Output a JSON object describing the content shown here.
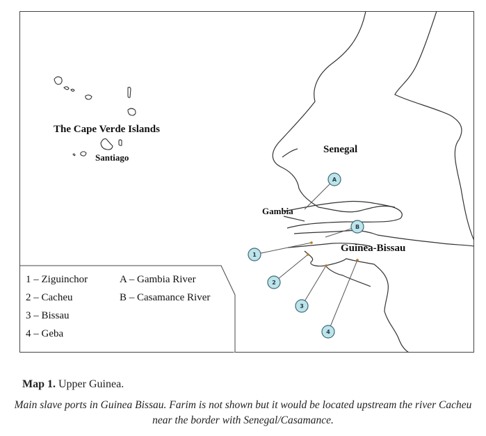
{
  "map": {
    "places": {
      "cape_verde": "The Cape Verde Islands",
      "santiago": "Santiago",
      "senegal": "Senegal",
      "gambia": "Gambia",
      "guinea_bissau": "Guinea-Bissau"
    },
    "markers": {
      "m1": "1",
      "m2": "2",
      "m3": "3",
      "m4": "4",
      "mA": "A",
      "mB": "B"
    },
    "legend": {
      "ports": [
        "1 – Ziguinchor",
        "2 – Cacheu",
        "3 – Bissau",
        "4 – Geba"
      ],
      "rivers": [
        "A – Gambia River",
        "B – Casamance River"
      ]
    }
  },
  "caption": {
    "label": "Map 1.",
    "title": "Upper Guinea.",
    "description": "Main slave ports in Guinea Bissau. Farim is not shown but it would be located upstream the river Cacheu near the border with Senegal/Casamance."
  }
}
